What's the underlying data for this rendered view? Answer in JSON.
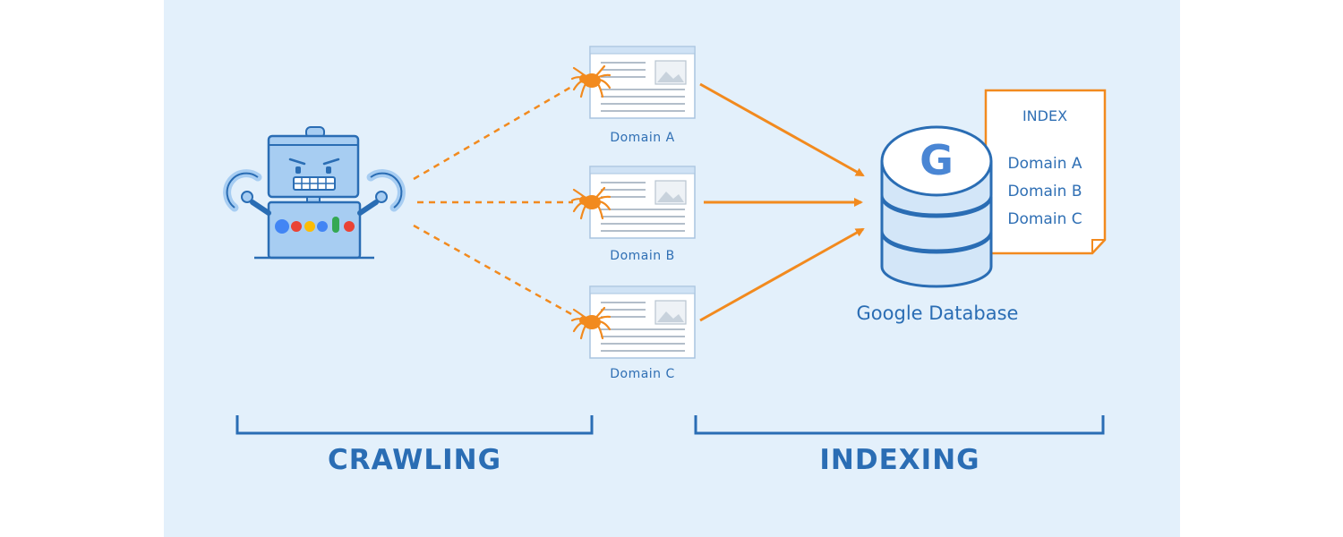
{
  "colors": {
    "panel_bg": "#e3f0fb",
    "primary_blue": "#2a6db4",
    "light_blue": "#a7cdf2",
    "orange": "#f28a1e"
  },
  "icons": {
    "robot": "crawler-robot-icon",
    "spider": "spider-icon",
    "page": "webpage-icon",
    "database": "database-icon",
    "document": "index-document-icon"
  },
  "robot": {
    "logo_dot_colors": [
      "#4285f4",
      "#ea4335",
      "#fbbc05",
      "#4285f4",
      "#34a853",
      "#ea4335"
    ]
  },
  "pages": [
    {
      "caption": "Domain A"
    },
    {
      "caption": "Domain B"
    },
    {
      "caption": "Domain C"
    }
  ],
  "database": {
    "logo_letter": "G",
    "caption": "Google Database"
  },
  "index_doc": {
    "title": "INDEX",
    "lines": [
      "Domain A",
      "Domain B",
      "Domain C"
    ]
  },
  "phases": {
    "crawling": "CRAWLING",
    "indexing": "INDEXING"
  }
}
